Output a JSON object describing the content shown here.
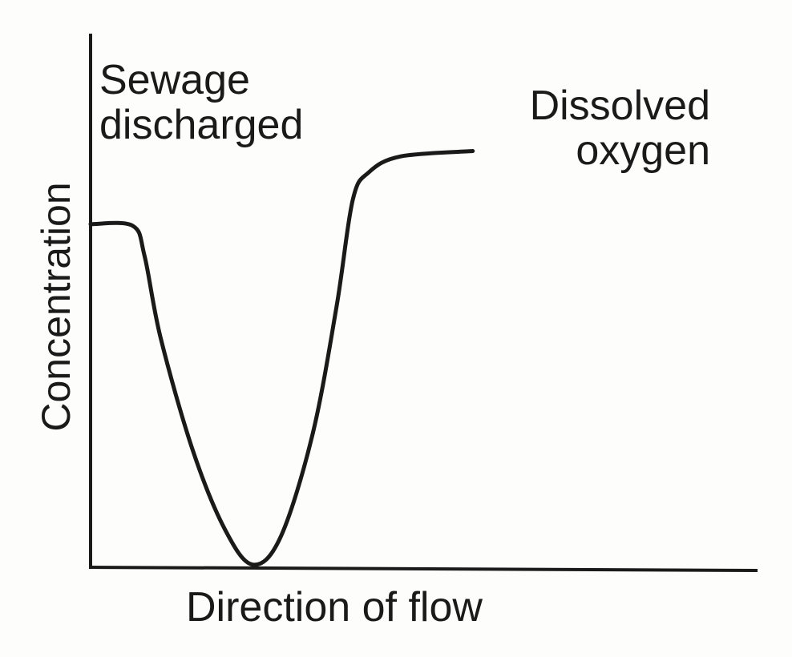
{
  "chart_data": {
    "type": "line",
    "title": "",
    "xlabel": "Direction of flow",
    "ylabel": "Concentration",
    "xlim": [
      0,
      100
    ],
    "ylim": [
      0,
      100
    ],
    "grid": false,
    "annotations": [
      "Sewage discharged"
    ],
    "annotation_lines": [
      "Sewage",
      "discharged"
    ],
    "series": [
      {
        "name": "Dissolved oxygen",
        "name_lines": [
          "Dissolved",
          "oxygen"
        ],
        "color": "#1a1a1a",
        "x": [
          0,
          6.3,
          8.1,
          10.5,
          15.3,
          20.1,
          24.3,
          28.5,
          33.3,
          36.9,
          39.3,
          41.7,
          46.5,
          57.3
        ],
        "y": [
          64.3,
          64,
          58.3,
          43,
          22,
          7.2,
          0.5,
          5.7,
          25,
          49,
          68.8,
          74,
          77,
          78
        ]
      }
    ]
  }
}
